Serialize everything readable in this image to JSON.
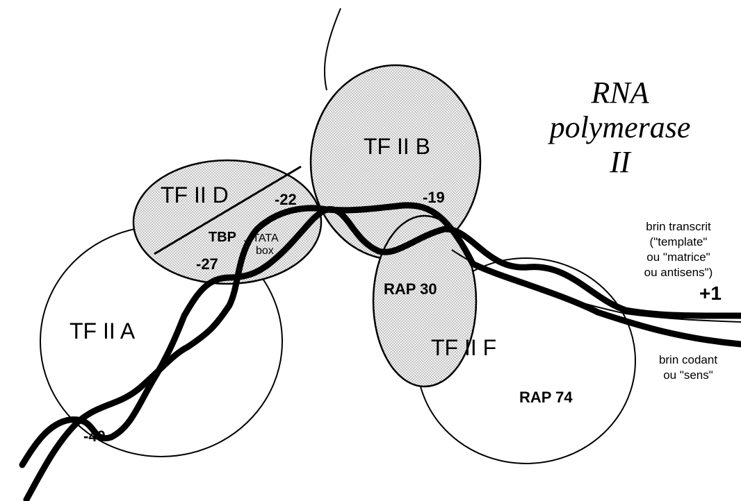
{
  "title": {
    "line1": "RNA",
    "line2": "polymerase",
    "line3": "II"
  },
  "factors": {
    "tfiid": "TF II D",
    "tfiib": "TF II B",
    "tfiia": "TF II A",
    "tfiif": "TF II F",
    "tbp": "TBP",
    "tata_box_line1": "...TATA",
    "tata_box_line2": "box",
    "rap30": "RAP 30",
    "rap74": "RAP 74"
  },
  "positions": {
    "m22": "-22",
    "m27": "-27",
    "m19": "-19",
    "m40": "-40",
    "p1": "+1"
  },
  "strands": {
    "template": {
      "line1": "brin transcrit",
      "line2": "(\"template\"",
      "line3": "ou \"matrice\"",
      "line4": "ou antisens\")"
    },
    "coding": {
      "line1": "brin codant",
      "line2": "ou \"sens\""
    }
  },
  "colors": {
    "ink": "#000000",
    "stipple": "#808080",
    "fill_light": "#ececec"
  }
}
